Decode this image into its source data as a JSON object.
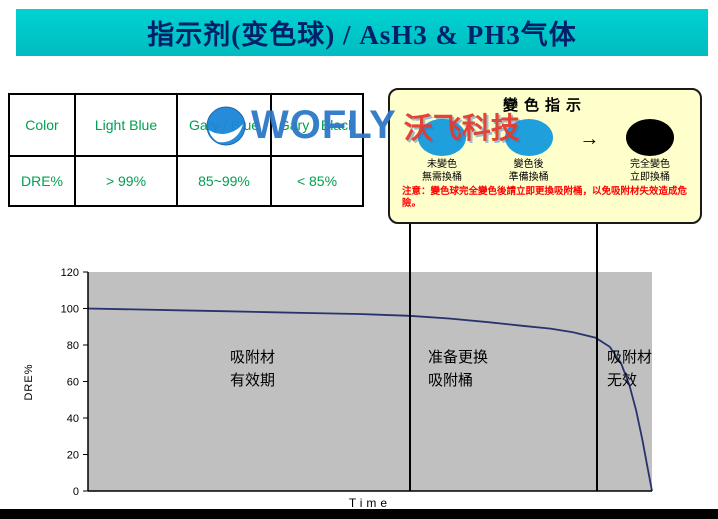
{
  "slide": {
    "title": "指示剂(变色球) / AsH3 & PH3气体"
  },
  "watermark": {
    "brand": "WOFLY",
    "brand_cn": "沃飞科技",
    "globe_icon": "globe-swoosh-icon"
  },
  "table": {
    "text_color": "#00A050",
    "rows": [
      [
        "Color",
        "Light Blue",
        "Gary / Blue",
        "Gary / Black"
      ],
      [
        "DRE%",
        "> 99%",
        "85~99%",
        "< 85%"
      ]
    ]
  },
  "callout": {
    "title": "變色指示",
    "bg_color": "#FFFFCC",
    "arrow_icon": "→",
    "balls": [
      {
        "color": "#1FA0DC",
        "label": "未變色\n無需換桶"
      },
      {
        "color": "#1FA0DC",
        "label": "變色後\n準備換桶"
      },
      {
        "color": "#000000",
        "label": "完全變色\n立即換桶"
      }
    ],
    "note": "注意：變色球完全變色後請立即更換吸附桶，以免吸附材失效造成危險。",
    "note_color": "#FF0000"
  },
  "chart_data": {
    "type": "line",
    "title": "",
    "xlabel": "Time",
    "ylabel": "DRE%",
    "ylim": [
      0,
      120
    ],
    "yticks": [
      0,
      20,
      40,
      60,
      80,
      100,
      120
    ],
    "grid": false,
    "legend": false,
    "plot_bg": "#C0C0C0",
    "line_color": "#27336E",
    "x": [
      0,
      8,
      16,
      24,
      32,
      40,
      48,
      57,
      64,
      71,
      77,
      82,
      86,
      90,
      92.5,
      94.5,
      96,
      97.2,
      98.3,
      99.2,
      100
    ],
    "values": [
      100,
      99.5,
      99,
      98.5,
      98,
      97.5,
      97,
      96,
      94.5,
      92.5,
      90.5,
      89,
      87,
      84,
      79,
      70,
      58,
      44,
      28,
      13,
      0
    ],
    "regions": [
      {
        "label": "吸附材\n有效期"
      },
      {
        "label": "准备更换\n吸附桶"
      },
      {
        "label": "吸附材\n无效"
      }
    ]
  },
  "colors": {
    "title_bg": "#00C5C5",
    "title_text": "#00206A"
  }
}
